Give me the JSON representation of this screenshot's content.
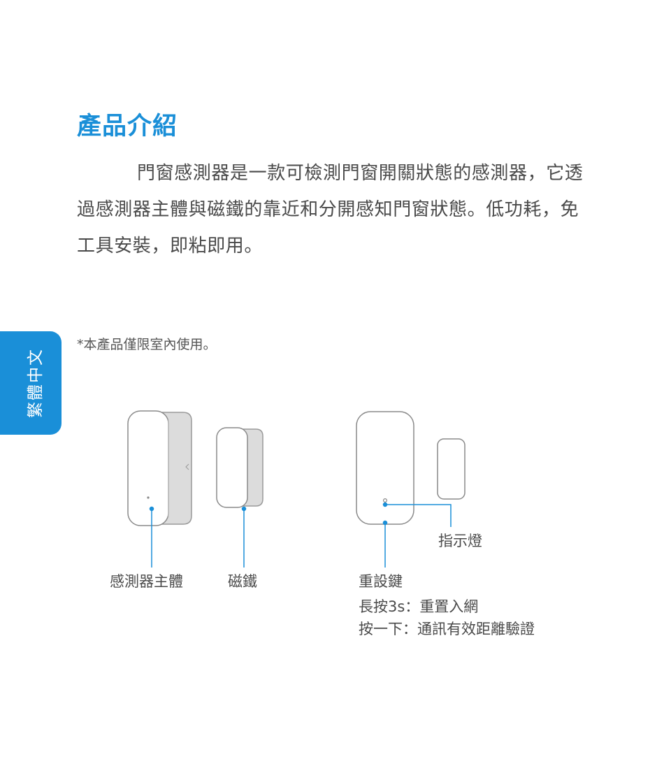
{
  "side_tab": {
    "label": "繁體中文"
  },
  "section": {
    "title": "產品介紹",
    "intro": "門窗感測器是一款可檢測門窗開關狀態的感測器，它透過感測器主體與磁鐵的靠近和分開感知門窗狀態。低功耗，免工具安裝，即粘即用。",
    "note": "*本產品僅限室內使用。"
  },
  "diagram": {
    "labels": {
      "sensor_body": "感測器主體",
      "magnet": "磁鐵",
      "indicator": "指示燈",
      "reset_key": "重設鍵"
    },
    "instructions": [
      {
        "action": "長按3s：",
        "result": "重置入網"
      },
      {
        "action": "按一下：",
        "result": "通訊有效距離驗證"
      }
    ],
    "colors": {
      "callout": "#1a8fd8",
      "accent": "#1a8fd8"
    }
  }
}
